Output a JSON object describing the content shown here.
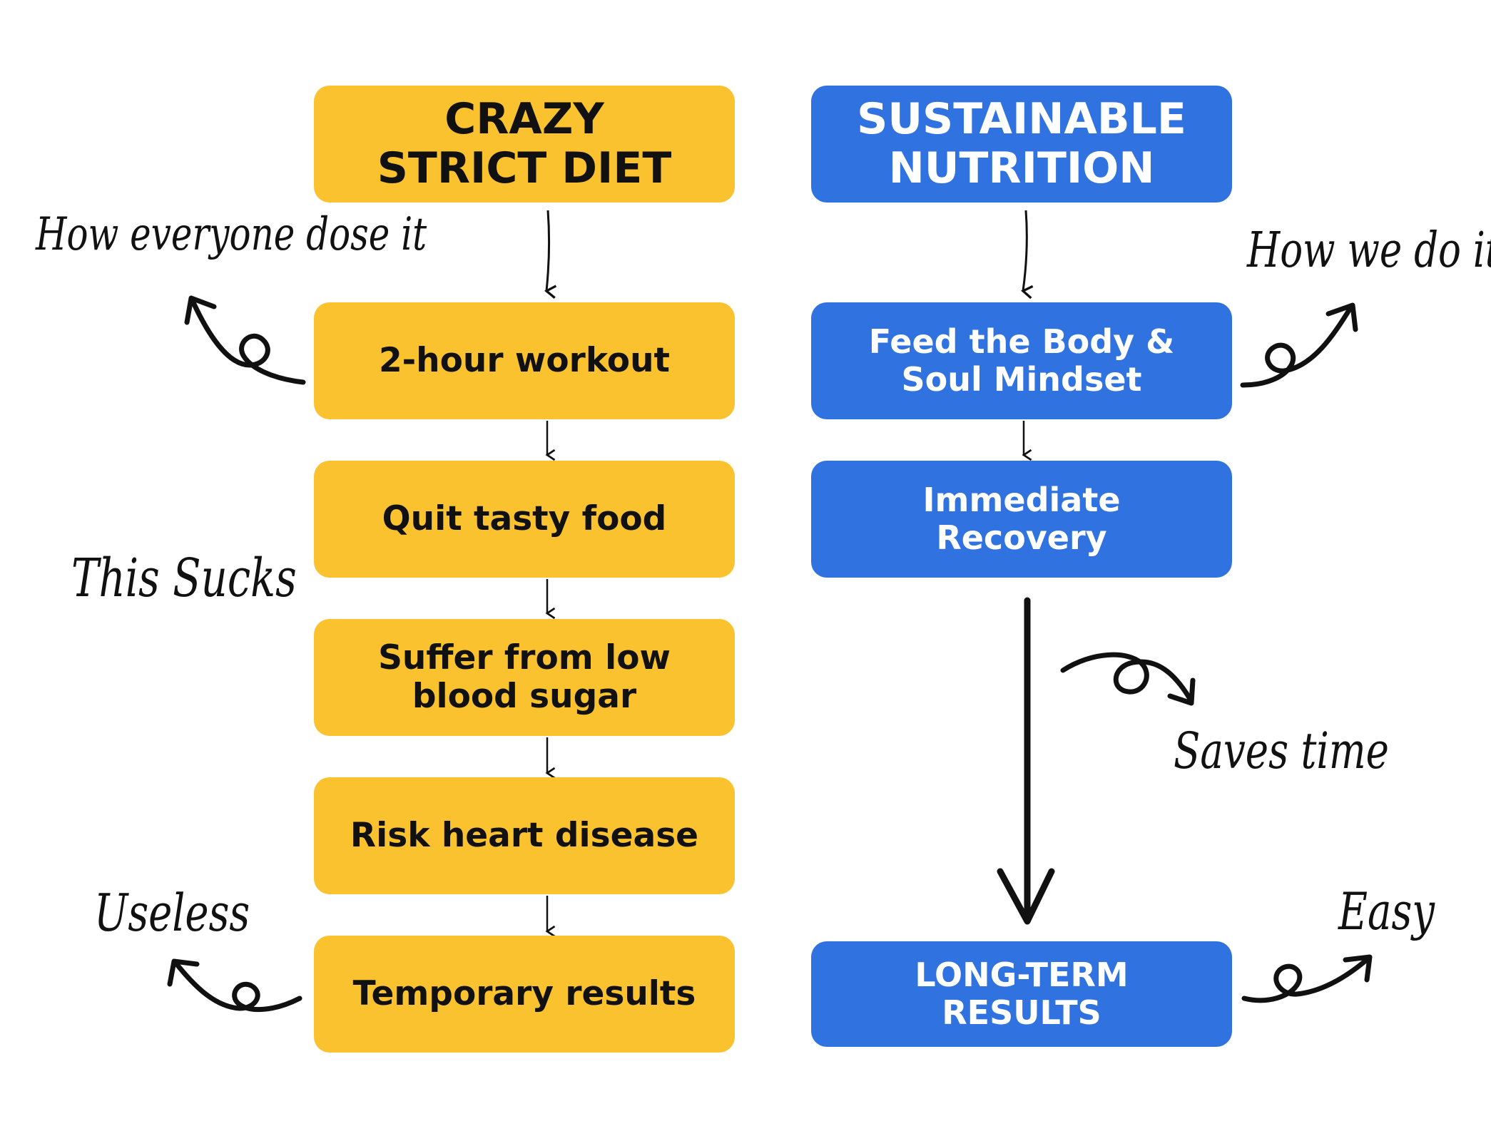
{
  "colors": {
    "left": "#f9c22e",
    "right": "#2f72e0",
    "ink": "#111111"
  },
  "left_column": {
    "title": "CRAZY\nSTRICT DIET",
    "steps": [
      "2-hour workout",
      "Quit tasty food",
      "Suffer from low\nblood sugar",
      "Risk heart disease",
      "Temporary results"
    ]
  },
  "right_column": {
    "title": "SUSTAINABLE\nNUTRITION",
    "steps": [
      "Feed the Body &\nSoul Mindset",
      "Immediate\nRecovery"
    ],
    "result": "LONG-TERM\nRESULTS"
  },
  "annotations": {
    "how_everyone": "How everyone dose it",
    "how_we": "How we do it",
    "this_sucks": "This Sucks",
    "saves_time": "Saves time",
    "useless": "Useless",
    "easy": "Easy"
  },
  "icons": [
    "curly-arrow-icon",
    "down-arrow-icon"
  ]
}
